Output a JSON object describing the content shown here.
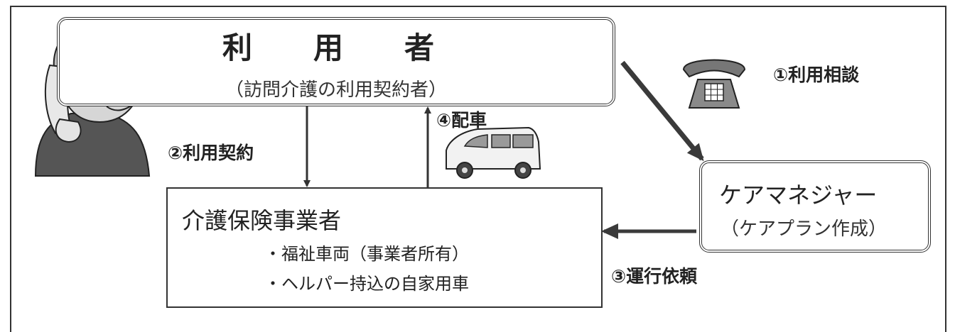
{
  "user": {
    "title": "利　用　者",
    "subtitle": "（訪問介護の利用契約者）"
  },
  "care_manager": {
    "title": "ケアマネジャー",
    "subtitle": "（ケアプラン作成）"
  },
  "provider": {
    "title": "介護保険事業者",
    "items": [
      "・福祉車両（事業者所有）",
      "・ヘルパー持込の自家用車"
    ]
  },
  "steps": {
    "step1": "①利用相談",
    "step2": "②利用契約",
    "step3": "③運行依頼",
    "step4": "④配車"
  },
  "icons": [
    "elderly-person-on-phone-icon",
    "telephone-icon",
    "van-icon"
  ],
  "colors": {
    "line": "#333333",
    "arrow": "#3a3a3a",
    "shade": "#cfcfcf"
  }
}
